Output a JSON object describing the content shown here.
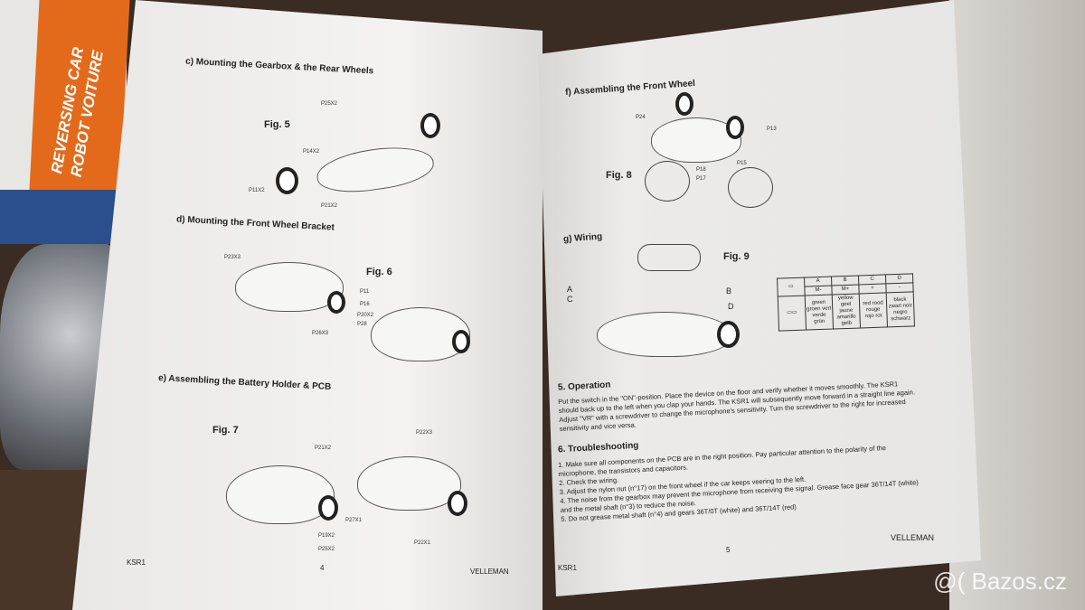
{
  "box": {
    "line1": "REVERSING CAR",
    "line2": "ROBOT VOITURE"
  },
  "left_page": {
    "sections": [
      {
        "title": "c) Mounting the Gearbox & the Rear Wheels",
        "figure": "Fig. 5",
        "parts": [
          "P25X2",
          "P14X2",
          "P11X2",
          "P21X2"
        ]
      },
      {
        "title": "d) Mounting the Front Wheel Bracket",
        "figure": "Fig. 6",
        "parts": [
          "P23X3",
          "P11",
          "P16",
          "P20X2",
          "P28",
          "P26X3"
        ]
      },
      {
        "title": "e) Assembling the Battery Holder & PCB",
        "figure": "Fig. 7",
        "parts": [
          "P21X2",
          "P22X3",
          "P27X1",
          "P19X2",
          "P25X2",
          "P22X1"
        ]
      }
    ],
    "footer": {
      "model": "KSR1",
      "page": "4",
      "brand": "VELLEMAN"
    }
  },
  "right_page": {
    "sections": [
      {
        "title": "f) Assembling the Front Wheel",
        "figure": "Fig. 8",
        "parts": [
          "P24",
          "P13",
          "P18",
          "P17",
          "P15"
        ]
      },
      {
        "title": "g) Wiring",
        "figure": "Fig. 9",
        "callouts": [
          "A",
          "B",
          "C",
          "D"
        ]
      }
    ],
    "wiring_table": {
      "headers": [
        "A",
        "B",
        "C",
        "D"
      ],
      "poles": [
        "M-",
        "M+",
        "+",
        "-"
      ],
      "colors": [
        "green groen vert verde grün",
        "yellow geel jaune amarillo gelb",
        "red rood rouge rojo rot",
        "black zwart noir negro schwarz"
      ]
    },
    "operation": {
      "title": "5. Operation",
      "text": "Put the switch in the \"ON\"-position. Place the device on the floor and verify whether it moves smoothly. The KSR1 should back up to the left when you clap your hands. The KSR1 will subsequently move forward in a straight line again. Adjust \"VR\" with a screwdriver to change the microphone's sensitivity. Turn the screwdriver to the right for increased sensitivity and vice versa."
    },
    "troubleshooting": {
      "title": "6. Troubleshooting",
      "items": [
        "1. Make sure all components on the PCB are in the right position. Pay particular attention to the polarity of the microphone, the transistors and capacitors.",
        "2. Check the wiring.",
        "3. Adjust the nylon nut (n°17) on the front wheel if the car keeps veering to the left.",
        "4. The noise from the gearbox may prevent the microphone from receiving the signal. Grease face gear 36T/14T (white) and the metal shaft (n°3) to reduce the noise.",
        "5. Do not grease metal shaft (n°4) and gears 36T/0T (white) and 36T/14T (red)"
      ]
    },
    "footer": {
      "model": "KSR1",
      "page": "5",
      "brand": "VELLEMAN"
    }
  },
  "watermark": "@( Bazos.cz"
}
